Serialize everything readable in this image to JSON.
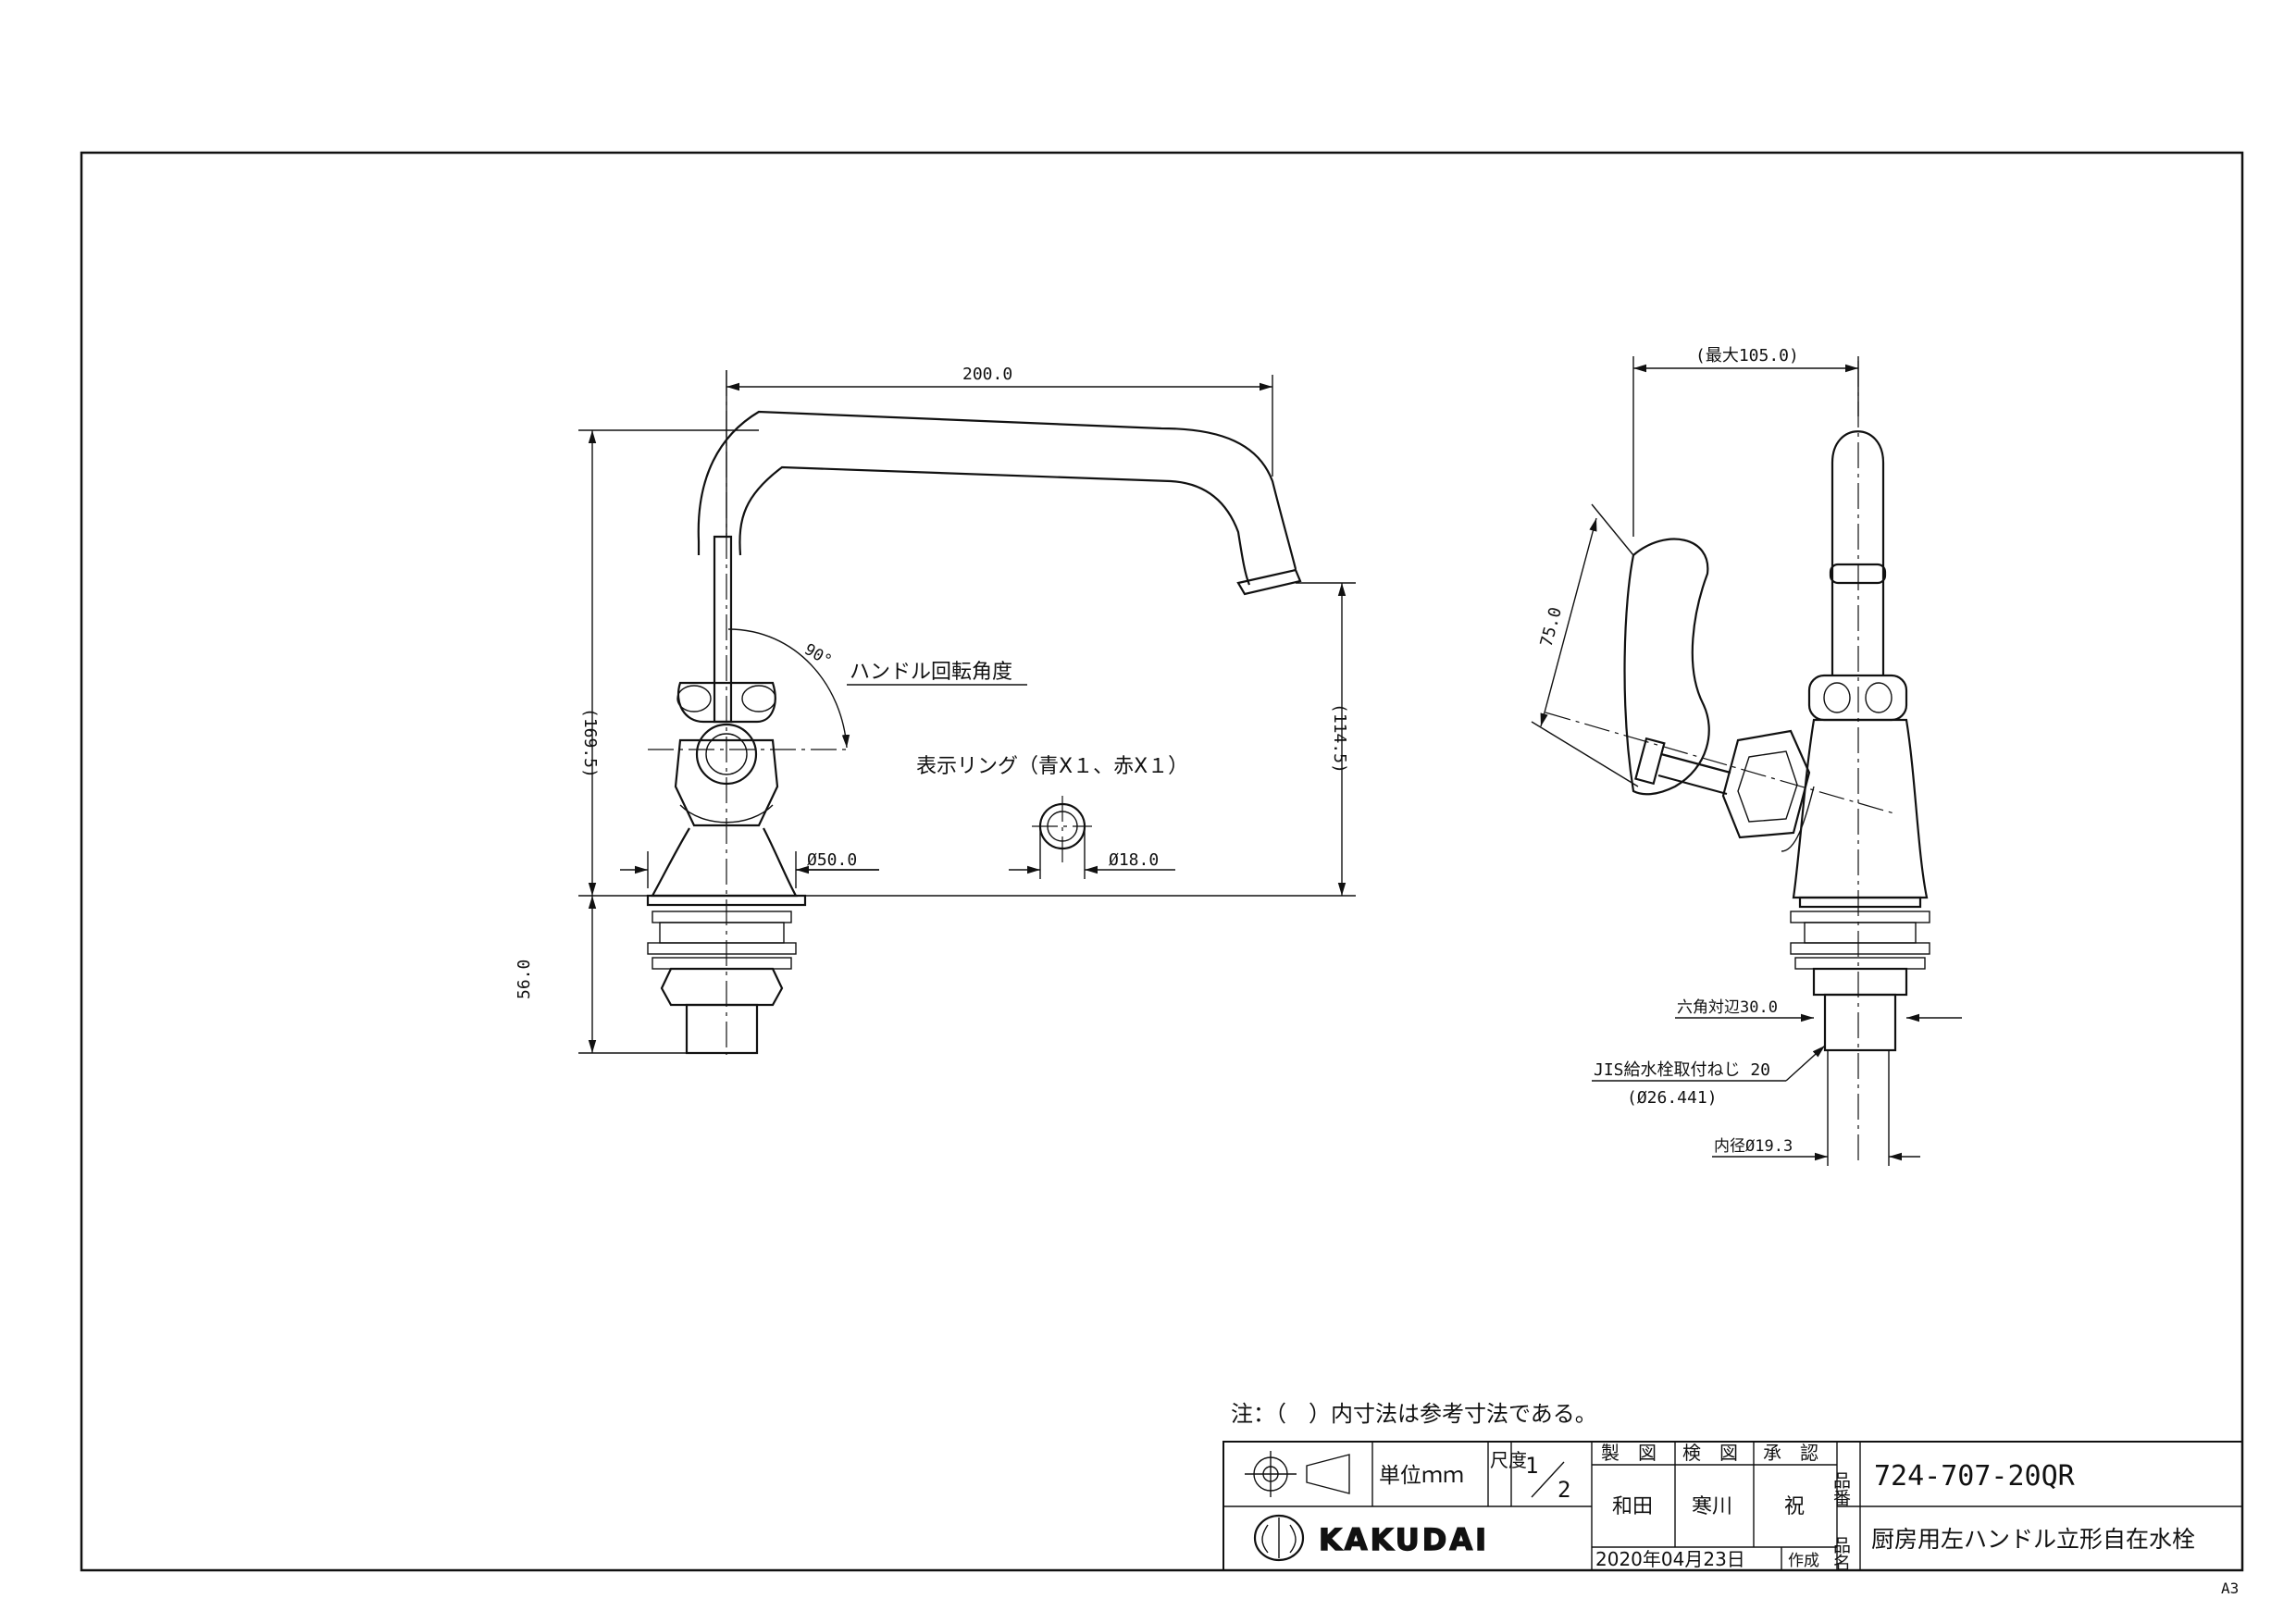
{
  "front_view": {
    "dim_spout_length": "200.0",
    "dim_total_height": "(169.5)",
    "dim_spout_height": "(114.5)",
    "dim_below_counter": "56.0",
    "dim_base_diameter": "Ø50.0",
    "dim_ring_hole": "Ø18.0",
    "angle_label": "90°",
    "handle_rotation_label": "ハンドル回転角度",
    "indicator_ring_label": "表示リング（青X１、赤X１）"
  },
  "side_view": {
    "dim_max_depth": "(最大105.0)",
    "dim_handle_length": "75.0",
    "dim_hex": "六角対辺30.0",
    "dim_thread": "JIS給水栓取付ねじ 20",
    "dim_thread_diameter": "(Ø26.441)",
    "dim_inner_diameter": "内径Ø19.3"
  },
  "note": "注：（　）内寸法は参考寸法である。",
  "title_block": {
    "unit_label": "単位ｍｍ",
    "scale_label": "尺度",
    "scale_num": "1",
    "scale_den": "2",
    "drawn_label": "製　図",
    "checked_label": "検　図",
    "approved_label": "承　認",
    "drawn_by": "和田",
    "checked_by": "寒川",
    "approved_by": "祝",
    "date": "2020年04月23日",
    "created_label": "作成",
    "part_no_label": "品番",
    "part_no": "724-707-20QR",
    "part_name_label": "品名",
    "part_name": "厨房用左ハンドル立形自在水栓",
    "company": "KAKUDAI"
  },
  "sheet_size": "A3"
}
